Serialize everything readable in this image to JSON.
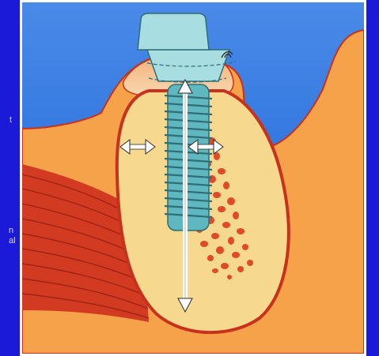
{
  "side_text": {
    "fragment_1": "t",
    "fragment_2_line_1": "n",
    "fragment_2_line_2": "al"
  },
  "colors": {
    "page_background": "#1a1ad8",
    "sky_blue": "#1f6de0",
    "gingiva_orange": "#f5a24a",
    "bone_yellow": "#f6d98e",
    "cortex_red": "#c8321c",
    "marrow_red": "#e04a28",
    "muscle_red": "#d23b22",
    "implant_teal": "#5fb8c0",
    "implant_light": "#a8dde2"
  },
  "icons": {
    "horizontal_arrow_left": "double-headed-arrow-icon",
    "horizontal_arrow_right": "double-headed-arrow-icon",
    "vertical_arrow": "double-headed-arrow-icon"
  }
}
